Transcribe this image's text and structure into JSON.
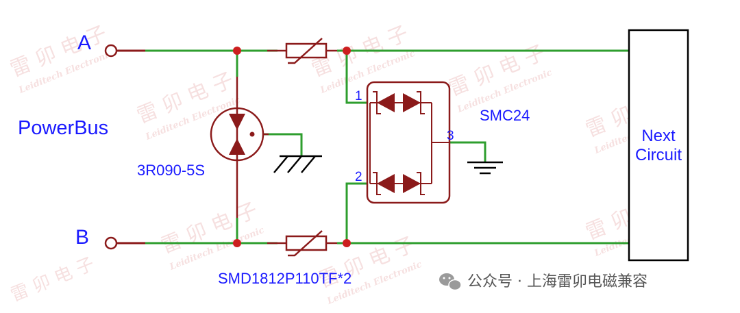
{
  "terminals": {
    "a": "A",
    "b": "B"
  },
  "labels": {
    "bus": "PowerBus",
    "gdt": "3R090-5S",
    "ptc": "SMD1812P110TF*2",
    "tvs": "SMC24",
    "next_line1": "Next",
    "next_line2": "Circuit"
  },
  "pins": {
    "p1": "1",
    "p2": "2",
    "p3": "3"
  },
  "watermark": {
    "cn": "雷 卯 电 子",
    "en": "Leiditech Electronic"
  },
  "footer": {
    "text": "公众号 · 上海雷卯电磁兼容"
  },
  "colors": {
    "wire": "#2e9e2e",
    "component": "#8b1a1a",
    "label": "#1a1aff"
  }
}
